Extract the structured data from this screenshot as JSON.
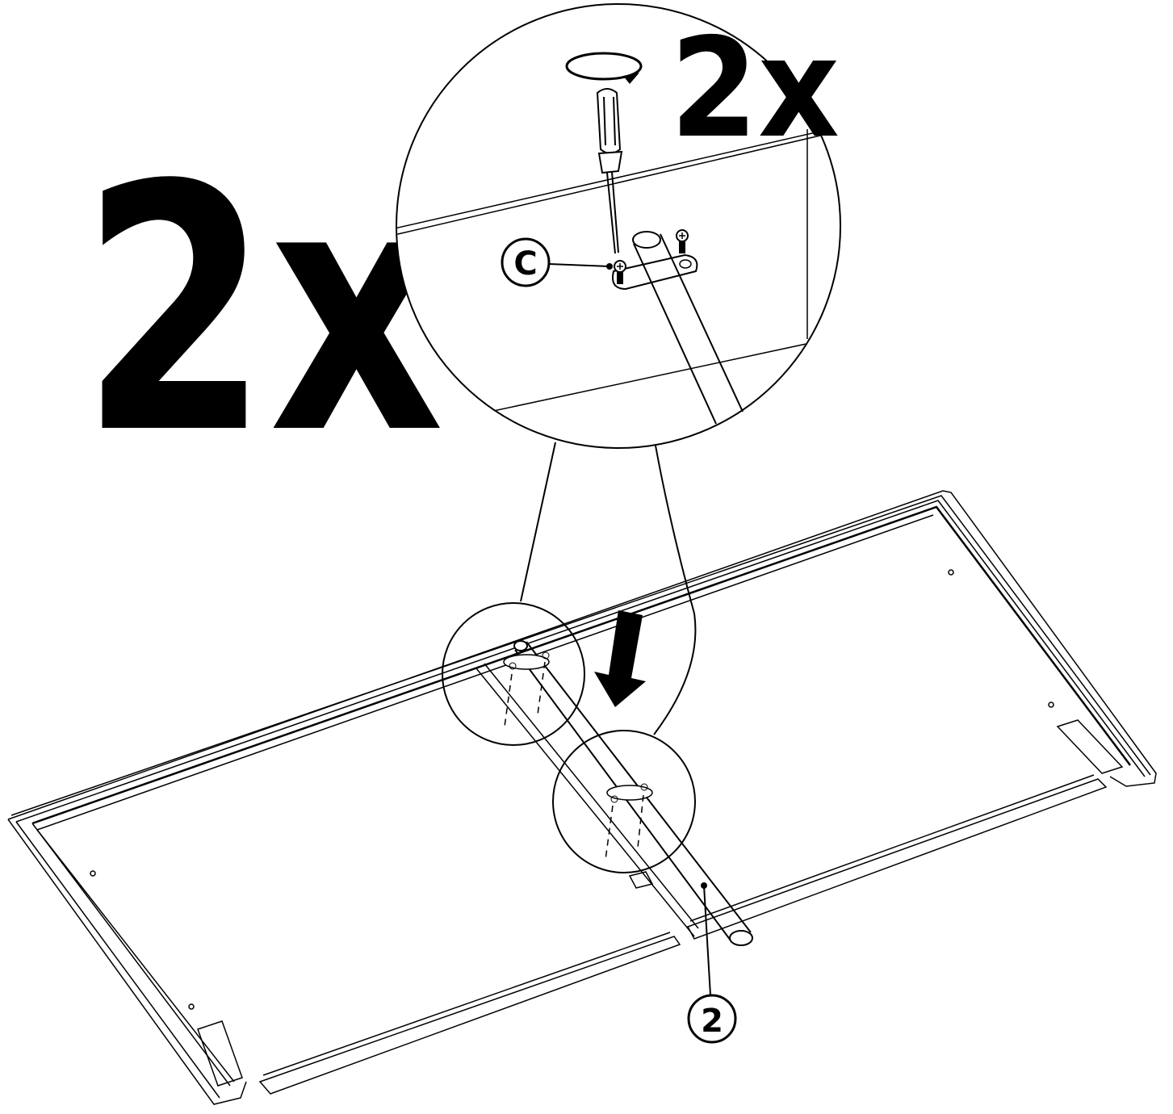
{
  "quantity_main": "2x",
  "quantity_detail": "2x",
  "part_labels": {
    "screw": "C",
    "rod": "2"
  },
  "icons": {
    "screwdriver": "screwdriver-icon",
    "rotation": "rotate-clockwise-icon",
    "direction": "arrow-down-icon"
  },
  "colors": {
    "line": "#000000",
    "background": "#ffffff"
  }
}
